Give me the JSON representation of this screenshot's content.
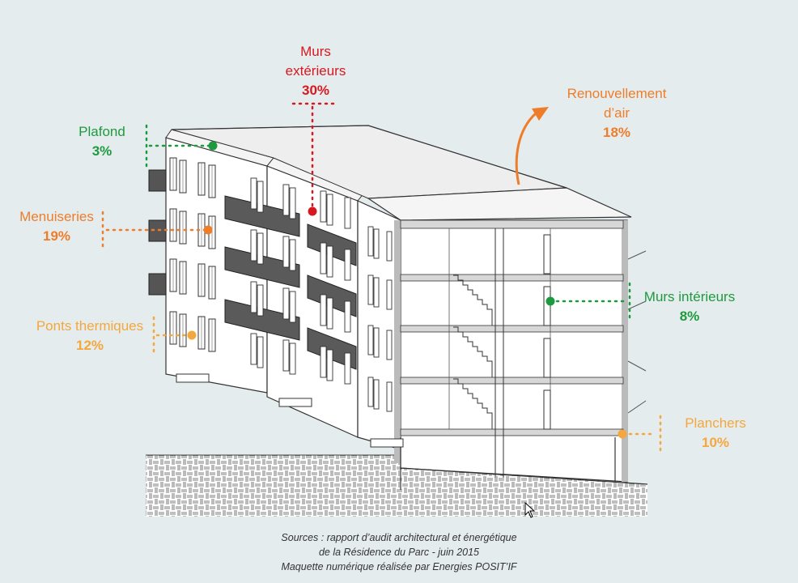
{
  "colors": {
    "red": "#d61920",
    "orange": "#ee7d2a",
    "light_orange": "#f4a73c",
    "green": "#1e9a3e"
  },
  "labels": {
    "murs_ext": {
      "name_1": "Murs",
      "name_2": "extérieurs",
      "pct": "30%"
    },
    "renouvellement": {
      "name_1": "Renouvellement",
      "name_2": "d’air",
      "pct": "18%"
    },
    "plafond": {
      "name": "Plafond",
      "pct": "3%"
    },
    "menuiseries": {
      "name": "Menuiseries",
      "pct": "19%"
    },
    "ponts": {
      "name": "Ponts thermiques",
      "pct": "12%"
    },
    "murs_int": {
      "name": "Murs intérieurs",
      "pct": "8%"
    },
    "planchers": {
      "name": "Planchers",
      "pct": "10%"
    }
  },
  "sources": {
    "line1": "Sources : rapport d’audit architectural et énergétique",
    "line2": "de la Résidence du Parc  - juin 2015",
    "line3": "Maquette numérique réalisée par Energies POSIT’IF"
  }
}
